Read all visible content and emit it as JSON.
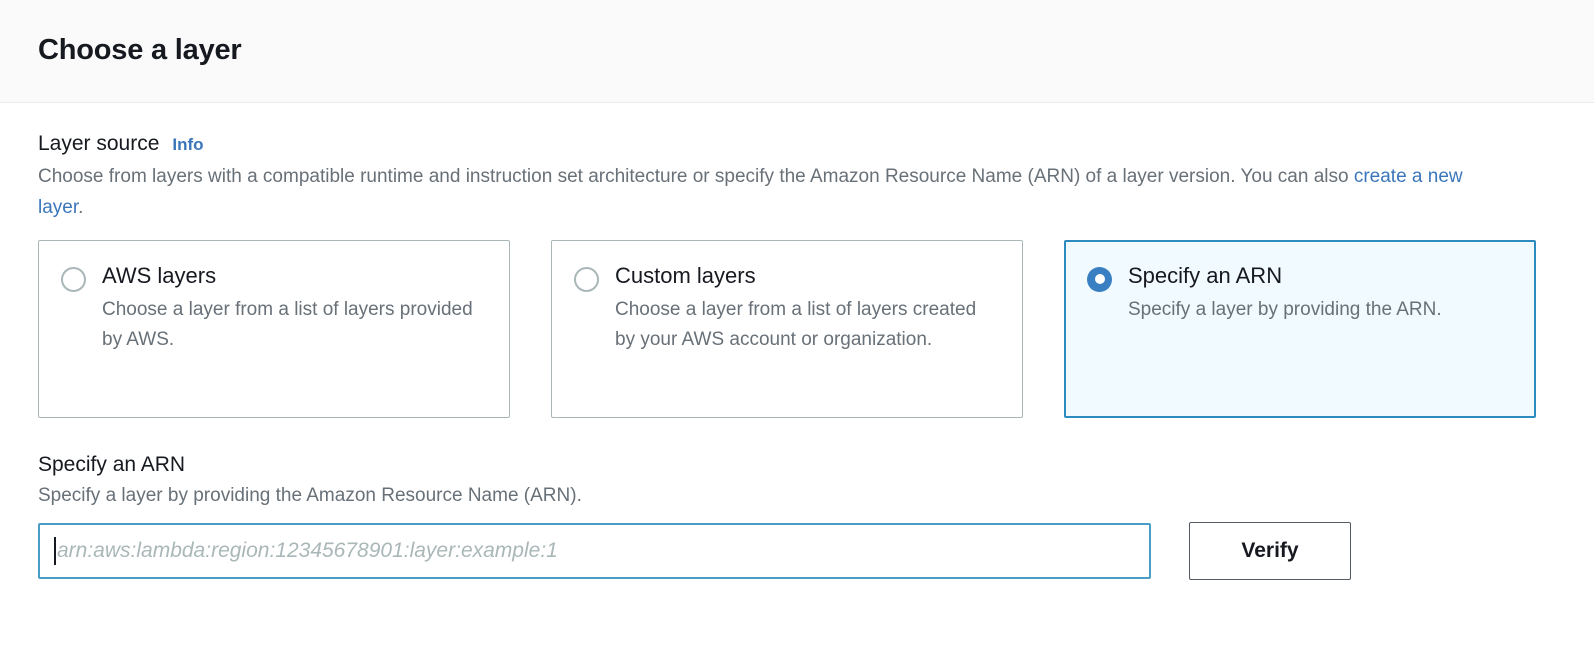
{
  "header": {
    "title": "Choose a layer"
  },
  "layer_source": {
    "label": "Layer source",
    "info_label": "Info",
    "description_part1": "Choose from layers with a compatible runtime and instruction set architecture or specify the Amazon Resource Name (ARN) of a layer version. You can also ",
    "description_link": "create a new layer",
    "description_part2": ".",
    "options": [
      {
        "title": "AWS layers",
        "description": "Choose a layer from a list of layers provided by AWS.",
        "selected": false
      },
      {
        "title": "Custom layers",
        "description": "Choose a layer from a list of layers created by your AWS account or organization.",
        "selected": false
      },
      {
        "title": "Specify an ARN",
        "description": "Specify a layer by providing the ARN.",
        "selected": true
      }
    ]
  },
  "arn_section": {
    "title": "Specify an ARN",
    "description": "Specify a layer by providing the Amazon Resource Name (ARN).",
    "input_value": "",
    "input_placeholder": "arn:aws:lambda:region:12345678901:layer:example:1",
    "verify_label": "Verify"
  },
  "colors": {
    "accent_blue": "#3b76ba",
    "selected_border": "#2e8bc0",
    "selected_background": "#f1faff",
    "input_focus_border": "#4a9ec5",
    "tile_border": "#aab7b8",
    "text_primary": "#16191f",
    "text_secondary": "#687078",
    "header_background": "#fafafa"
  }
}
